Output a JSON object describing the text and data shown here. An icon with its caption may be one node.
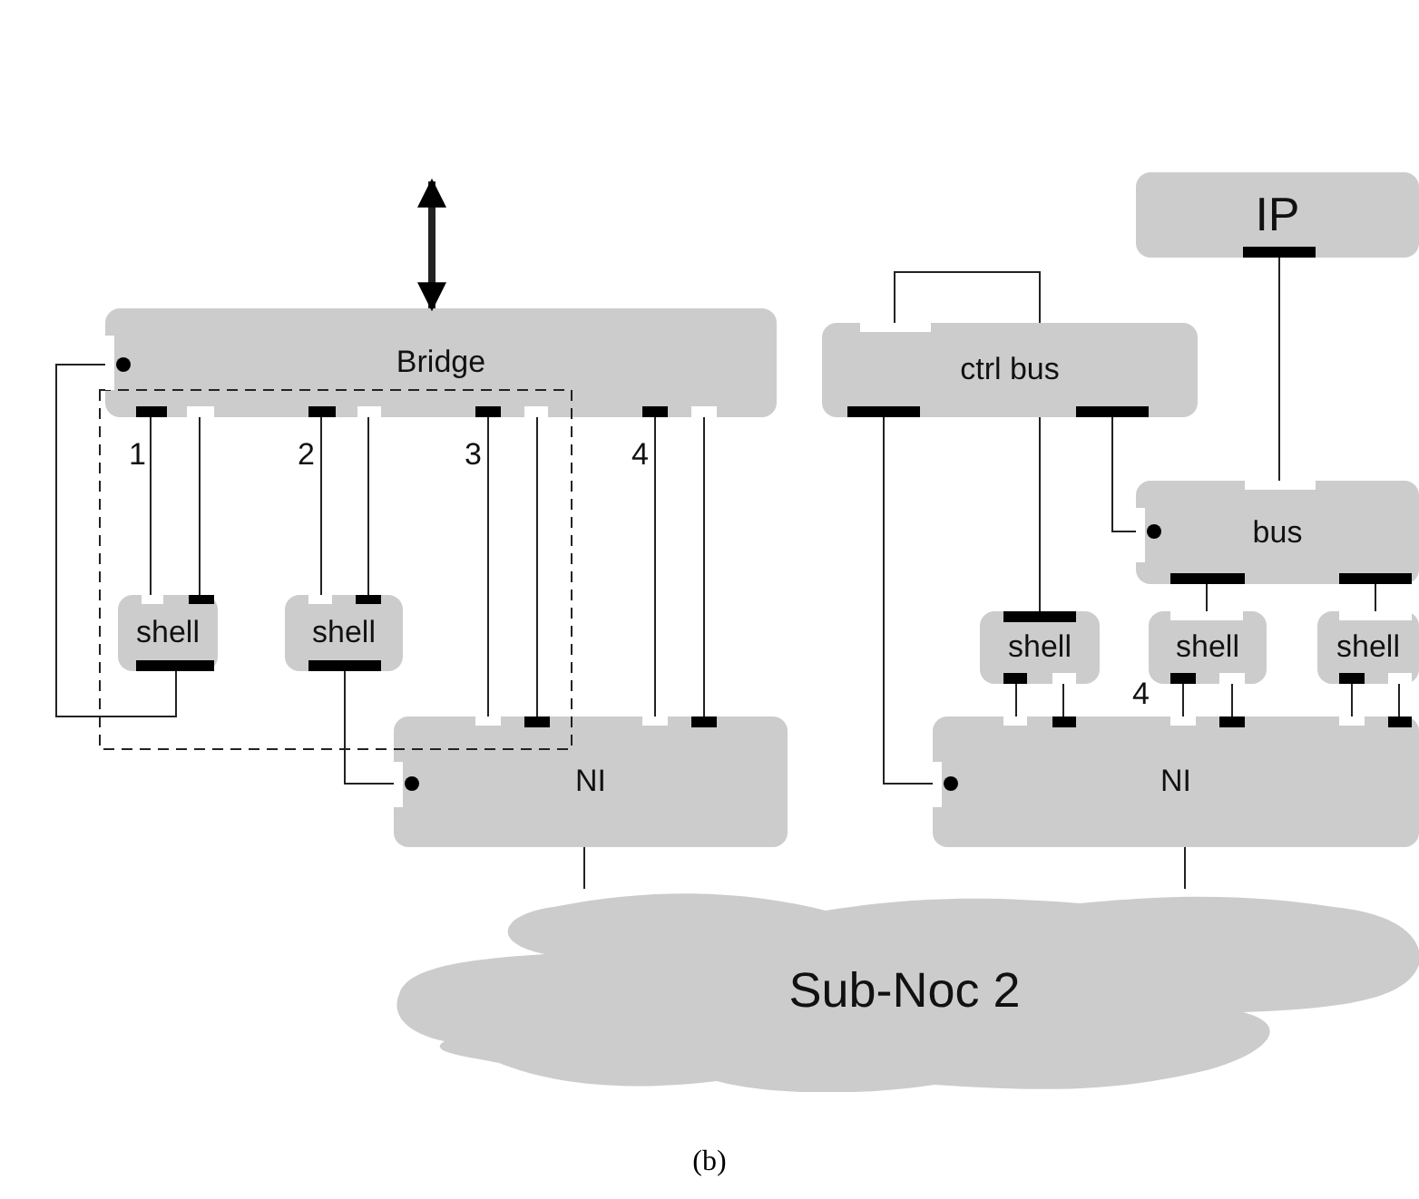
{
  "diagram": {
    "caption": "(b)",
    "nodes": [
      {
        "text": [
          "Bridge"
        ]
      },
      {
        "text": [
          "shell"
        ]
      },
      {
        "text": [
          "shell"
        ]
      },
      {
        "text": [
          "NI"
        ]
      },
      {
        "text": [
          "IP"
        ]
      },
      {
        "text": [
          "ctrl bus"
        ]
      },
      {
        "text": [
          "bus"
        ]
      },
      {
        "text": [
          "shell"
        ]
      },
      {
        "text": [
          "shell"
        ]
      },
      {
        "text": [
          "shell"
        ]
      },
      {
        "text": [
          "NI"
        ]
      },
      {
        "text": [
          "Sub-Noc 2"
        ]
      }
    ],
    "edges": [
      {
        "from": null,
        "to": 0,
        "arrow": "both",
        "style": "thick"
      },
      {
        "from": 0,
        "to": 1,
        "arrow": "none"
      },
      {
        "from": 0,
        "to": 1,
        "arrow": "none"
      },
      {
        "from": 0,
        "to": 2,
        "arrow": "none"
      },
      {
        "from": 0,
        "to": 2,
        "arrow": "none"
      },
      {
        "from": 0,
        "to": 3,
        "arrow": "none"
      },
      {
        "from": 0,
        "to": 3,
        "arrow": "none"
      },
      {
        "from": 0,
        "to": 3,
        "arrow": "none"
      },
      {
        "from": 0,
        "to": 3,
        "arrow": "none"
      },
      {
        "from": 1,
        "to": 0,
        "arrow": "none"
      },
      {
        "from": 2,
        "to": 3,
        "arrow": "none"
      },
      {
        "from": 3,
        "to": 11,
        "arrow": "none"
      },
      {
        "from": 5,
        "to": 5,
        "arrow": "none"
      },
      {
        "from": 5,
        "to": 10,
        "arrow": "none"
      },
      {
        "from": 5,
        "to": 7,
        "arrow": "none"
      },
      {
        "from": 5,
        "to": 6,
        "arrow": "none"
      },
      {
        "from": 4,
        "to": 6,
        "arrow": "none"
      },
      {
        "from": 6,
        "to": 8,
        "arrow": "none"
      },
      {
        "from": 6,
        "to": 9,
        "arrow": "none"
      },
      {
        "from": 7,
        "to": 10,
        "arrow": "none"
      },
      {
        "from": 7,
        "to": 10,
        "arrow": "none"
      },
      {
        "from": 8,
        "to": 10,
        "arrow": "none"
      },
      {
        "from": 8,
        "to": 10,
        "arrow": "none"
      },
      {
        "from": 9,
        "to": 10,
        "arrow": "none"
      },
      {
        "from": 9,
        "to": 10,
        "arrow": "none"
      },
      {
        "from": 10,
        "to": 11,
        "arrow": "none"
      }
    ],
    "labels": [
      "1",
      "2",
      "3",
      "4",
      "4"
    ]
  }
}
